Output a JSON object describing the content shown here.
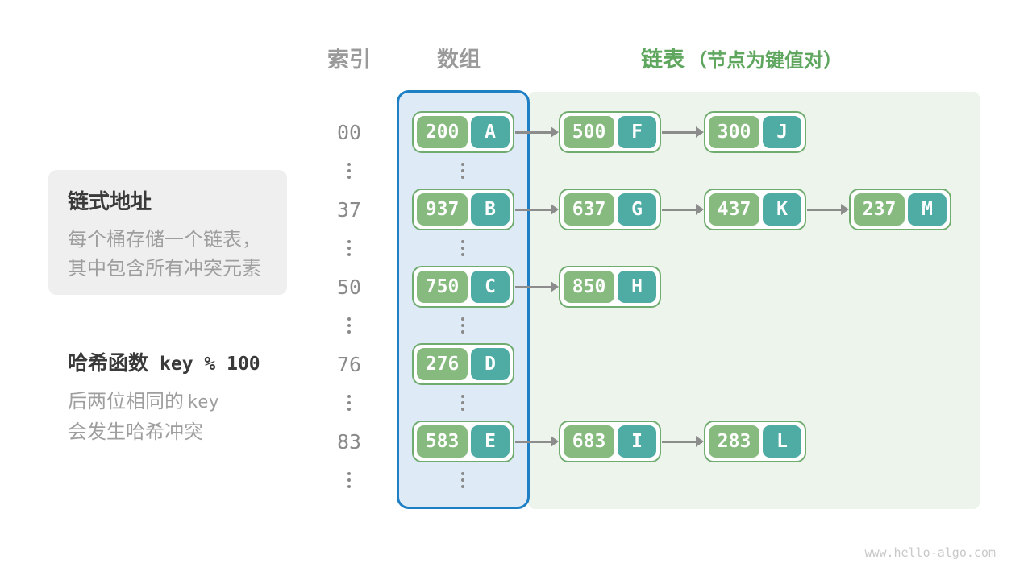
{
  "header": {
    "index_label": "索引",
    "array_label": "数组",
    "list_label": "链表",
    "list_note": "（节点为键值对）"
  },
  "notes": {
    "box_title": "链式地址",
    "box_line1": "每个桶存储一个链表，",
    "box_line2": "其中包含所有冲突元素",
    "hash_label": "哈希函数",
    "hash_formula": "key % 100",
    "hash_line1_text": "后两位相同的",
    "hash_line1_mono": "key",
    "hash_line2": "会发生哈希冲突"
  },
  "watermark": "www.hello-algo.com",
  "colors": {
    "header_gray": "#9A9A9A",
    "header_green": "#5FA65F",
    "array_fill": "#DEEBF7",
    "array_border": "#1F7FC4",
    "list_fill": "#EDF4EC",
    "node_border": "#70AC70",
    "key_green": "#86BA7F",
    "value_teal": "#4EACA4",
    "arrow_gray": "#8C8C8C",
    "text_dark": "#3A3A3A",
    "text_gray": "#9E9E9E"
  },
  "diagram": {
    "ellipsis_between_rows": true,
    "rows": [
      {
        "index": "00",
        "chain": [
          {
            "key": "200",
            "value": "A"
          },
          {
            "key": "500",
            "value": "F"
          },
          {
            "key": "300",
            "value": "J"
          }
        ]
      },
      {
        "index": "37",
        "chain": [
          {
            "key": "937",
            "value": "B"
          },
          {
            "key": "637",
            "value": "G"
          },
          {
            "key": "437",
            "value": "K"
          },
          {
            "key": "237",
            "value": "M"
          }
        ]
      },
      {
        "index": "50",
        "chain": [
          {
            "key": "750",
            "value": "C"
          },
          {
            "key": "850",
            "value": "H"
          }
        ]
      },
      {
        "index": "76",
        "chain": [
          {
            "key": "276",
            "value": "D"
          }
        ]
      },
      {
        "index": "83",
        "chain": [
          {
            "key": "583",
            "value": "E"
          },
          {
            "key": "683",
            "value": "I"
          },
          {
            "key": "283",
            "value": "L"
          }
        ]
      }
    ]
  }
}
